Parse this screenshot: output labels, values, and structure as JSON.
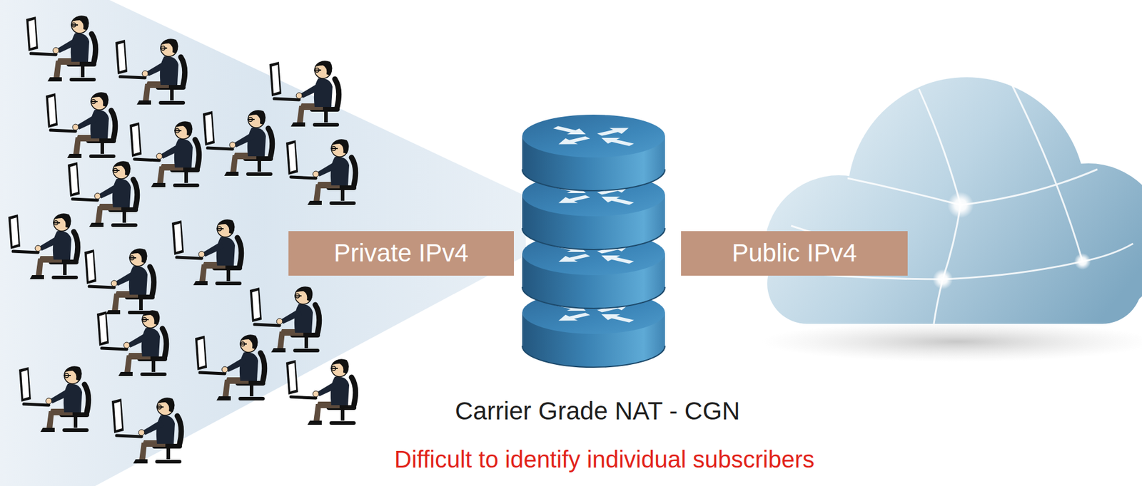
{
  "diagram": {
    "nodes": [
      {
        "text": [
          "Private IPv4"
        ]
      },
      {
        "text": [
          "Public IPv4"
        ]
      }
    ],
    "labels": [
      "Carrier Grade NAT - CGN",
      "Difficult to identify individual subscribers"
    ]
  }
}
